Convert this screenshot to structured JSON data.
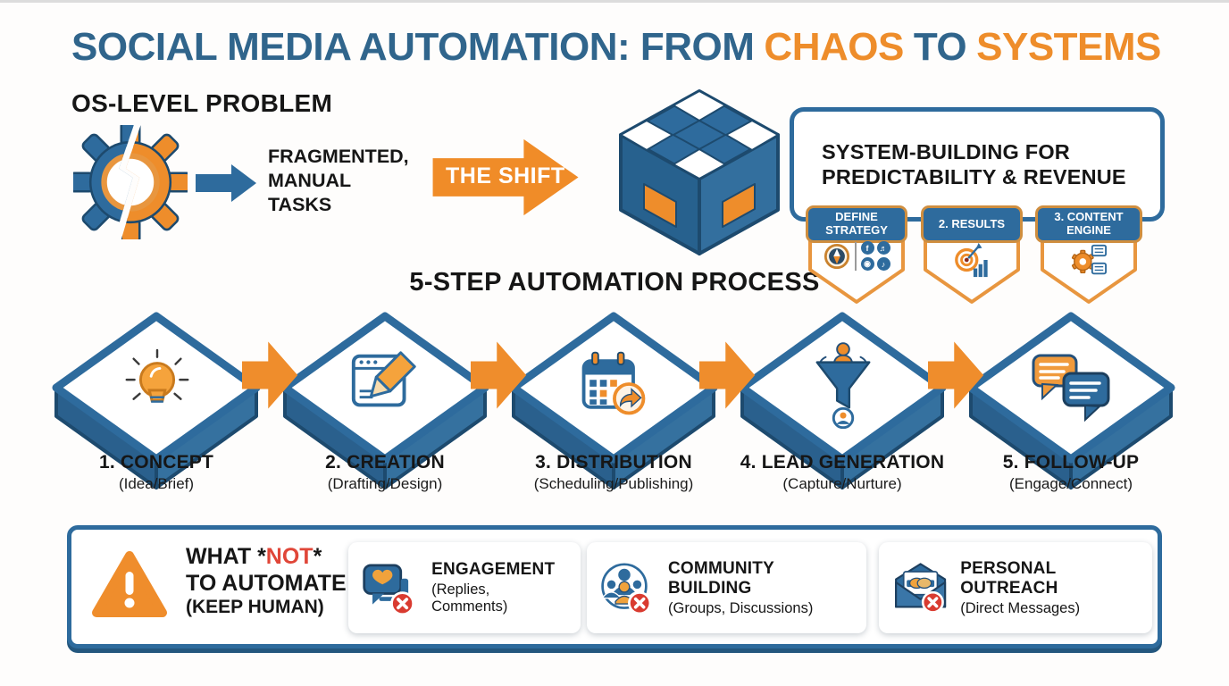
{
  "title": {
    "segments": [
      {
        "text": "SOCIAL MEDIA AUTOMATION: FROM",
        "color": "blue"
      },
      {
        "text": "CHAOS",
        "color": "orange"
      },
      {
        "text": "TO",
        "color": "blue"
      },
      {
        "text": "SYSTEMS",
        "color": "orange"
      }
    ]
  },
  "problem": {
    "heading": "OS-LEVEL PROBLEM",
    "task_lines": [
      "FRAGMENTED,",
      "MANUAL",
      "TASKS"
    ]
  },
  "shift": {
    "label": "THE SHIFT"
  },
  "system": {
    "heading_lines": [
      "SYSTEM-BUILDING FOR",
      "PREDICTABILITY & REVENUE"
    ],
    "badges": [
      {
        "label": "DEFINE STRATEGY"
      },
      {
        "label": "2. RESULTS"
      },
      {
        "label": "3. CONTENT ENGINE"
      }
    ]
  },
  "process": {
    "heading": "5-STEP AUTOMATION PROCESS",
    "steps": [
      {
        "title": "1. CONCEPT",
        "subtitle": "(Idea/Brief)"
      },
      {
        "title": "2. CREATION",
        "subtitle": "(Drafting/Design)"
      },
      {
        "title": "3. DISTRIBUTION",
        "subtitle": "(Scheduling/Publishing)"
      },
      {
        "title": "4. LEAD GENERATION",
        "subtitle": "(Capture/Nurture)"
      },
      {
        "title": "5. FOLLOW-UP",
        "subtitle": "(Engage/Connect)"
      }
    ]
  },
  "avoid": {
    "title": {
      "pre": "WHAT *",
      "not": "NOT",
      "post": "*",
      "line2": "TO AUTOMATE",
      "line3": "(KEEP HUMAN)"
    },
    "items": [
      {
        "title": "ENGAGEMENT",
        "subtitle": "(Replies, Comments)"
      },
      {
        "title": "COMMUNITY BUILDING",
        "subtitle": "(Groups, Discussions)"
      },
      {
        "title": "PERSONAL OUTREACH",
        "subtitle": "(Direct Messages)"
      }
    ]
  },
  "icons": {
    "problem": "broken-gear",
    "problem_arrow": "arrow-right",
    "shift_arrow": "arrow-right-large",
    "system": "modular-cubes",
    "badges": [
      "compass-and-social-icons",
      "target-with-chart",
      "gear-with-content"
    ],
    "steps": [
      "lightbulb",
      "browser-pencil",
      "calendar-share",
      "lead-funnel",
      "chat-bubbles"
    ],
    "avoid": [
      "warning-triangle",
      "chat-heart-crossed",
      "community-crossed",
      "envelope-handshake-crossed"
    ]
  },
  "colors": {
    "blue": "#2e6b9d",
    "dark_blue": "#1d4a6e",
    "title_blue": "#30658c",
    "orange": "#ee8d2b",
    "red_not": "#e04638",
    "badge_red": "#d93b30"
  }
}
